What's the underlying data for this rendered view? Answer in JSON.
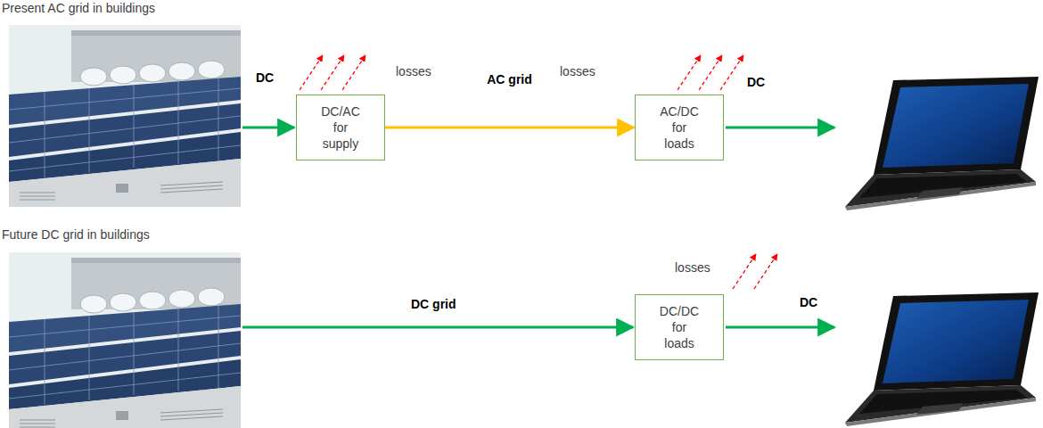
{
  "diagram": {
    "nodes": [
      {
        "text": [
          "DC/AC for supply"
        ]
      },
      {
        "text": [
          "AC/DC for loads"
        ]
      },
      {
        "text": [
          "DC/DC for loads"
        ]
      }
    ],
    "edges": [
      {
        "from": 0,
        "to": 1,
        "label": "AC grid",
        "arrow": "to"
      }
    ],
    "labels": [
      "Present AC grid in buildings",
      "DC",
      "losses",
      "losses",
      "DC",
      "Future DC grid in buildings",
      "DC grid",
      "losses",
      "DC"
    ]
  }
}
